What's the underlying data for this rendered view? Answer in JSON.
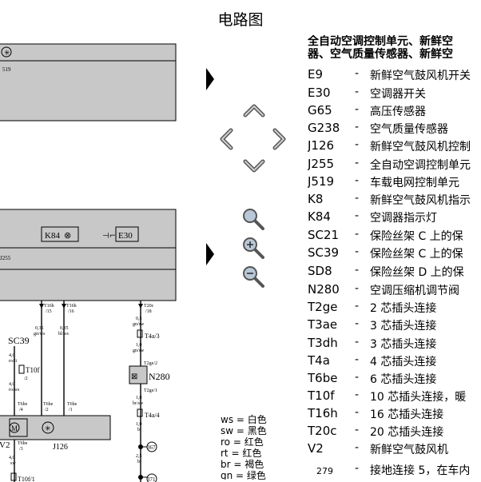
{
  "title": "电路图",
  "legend": {
    "heading_line1": "全自动空调控制单元、新鲜空",
    "heading_line2": "器、空气质量传感器、新鲜空",
    "items": [
      {
        "code": "E9",
        "dash": "-",
        "desc": "新鲜空气鼓风机开关"
      },
      {
        "code": "E30",
        "dash": "-",
        "desc": "空调器开关"
      },
      {
        "code": "G65",
        "dash": "-",
        "desc": "高压传感器"
      },
      {
        "code": "G238",
        "dash": "-",
        "desc": "空气质量传感器"
      },
      {
        "code": "J126",
        "dash": "-",
        "desc": "新鲜空气鼓风机控制"
      },
      {
        "code": "J255",
        "dash": "-",
        "desc": "全自动空调控制单元"
      },
      {
        "code": "J519",
        "dash": "-",
        "desc": "车载电网控制单元"
      },
      {
        "code": "K8",
        "dash": "-",
        "desc": "新鲜空气鼓风机指示"
      },
      {
        "code": "K84",
        "dash": "-",
        "desc": "空调器指示灯"
      },
      {
        "code": "SC21",
        "dash": "-",
        "desc": "保险丝架 C 上的保"
      },
      {
        "code": "SC39",
        "dash": "-",
        "desc": "保险丝架 C 上的保"
      },
      {
        "code": "SD8",
        "dash": "-",
        "desc": "保险丝架 D 上的保"
      },
      {
        "code": "N280",
        "dash": "-",
        "desc": "空调压缩机调节阀"
      },
      {
        "code": "T2ge",
        "dash": "-",
        "desc": "2 芯插头连接"
      },
      {
        "code": "T3ae",
        "dash": "-",
        "desc": "3 芯插头连接"
      },
      {
        "code": "T3dh",
        "dash": "-",
        "desc": "3 芯插头连接"
      },
      {
        "code": "T4a",
        "dash": "-",
        "desc": "4 芯插头连接"
      },
      {
        "code": "T6be",
        "dash": "-",
        "desc": "6 芯插头连接"
      },
      {
        "code": "T10f",
        "dash": "-",
        "desc": "10 芯插头连接，暖"
      },
      {
        "code": "T16h",
        "dash": "-",
        "desc": "16 芯插头连接"
      },
      {
        "code": "T20c",
        "dash": "-",
        "desc": "20 芯插头连接"
      },
      {
        "code": "V2",
        "dash": "-",
        "desc": "新鲜空气鼓风机"
      },
      {
        "code": "279",
        "dash": "-",
        "desc": "接地连接 5，在车内"
      }
    ]
  },
  "abbreviations": [
    "ws = 白色",
    "sw = 黑色",
    "ro = 红色",
    "rt = 红色",
    "br = 褐色",
    "gn = 绿色"
  ],
  "diagram": {
    "j519_label": "519",
    "j255_label": "J255",
    "k84_label": "K84",
    "e30_label": "E30",
    "sc39_label": "SC39",
    "t10f_label": "T10f",
    "t10f_pin": "/2",
    "sc39_w1": "4,0",
    "sc39_w1c": "ro/li",
    "sc39_w2": "4,0",
    "sc39_w2c": "ro/ws",
    "t6be_a": "T6be",
    "t6be_a_pin": "/4",
    "t6be_b": "T6be",
    "t6be_b_pin": "/2",
    "t6be_c": "T6be",
    "t6be_c_pin": "/1",
    "t16h_a": "T16h",
    "t16h_a_pin": "/15",
    "t16h_b": "T16h",
    "t16h_b_pin": "/16",
    "w_a": "0,35",
    "w_ac": "gn/ws",
    "w_b": "0,35",
    "w_bc": "bl/ws",
    "t20c": "T20c",
    "t20c_pin": "/18",
    "w_c": "0,5",
    "w_cc": "gn/sw",
    "t4a3": "T4a/3",
    "w_d": "1,0",
    "w_dc": "gn/sw",
    "t2ge2": "T2ge/2",
    "n280": "N280",
    "t2ge1": "T2ge/1",
    "w_e": "1,0",
    "w_ec": "br/sw",
    "t4a4": "T4a/4",
    "w_f": "1,0",
    "w_fc": "br",
    "c367": "367",
    "w_g": "2,5",
    "w_gc": "br",
    "c371": "371",
    "v2": "V2",
    "t6be_d": "T6be",
    "t6be_d_pin": "/3",
    "j126": "J126",
    "w_h": "4,0",
    "w_hc": "sw",
    "t10f1": "T10f/1"
  },
  "toolbar": {
    "icons": [
      "page-forward-icon",
      "pan-up-icon",
      "pan-left-icon",
      "pan-right-icon",
      "pan-down-icon",
      "zoom-fit-icon",
      "zoom-in-icon",
      "zoom-out-icon",
      "page-forward-icon"
    ]
  }
}
